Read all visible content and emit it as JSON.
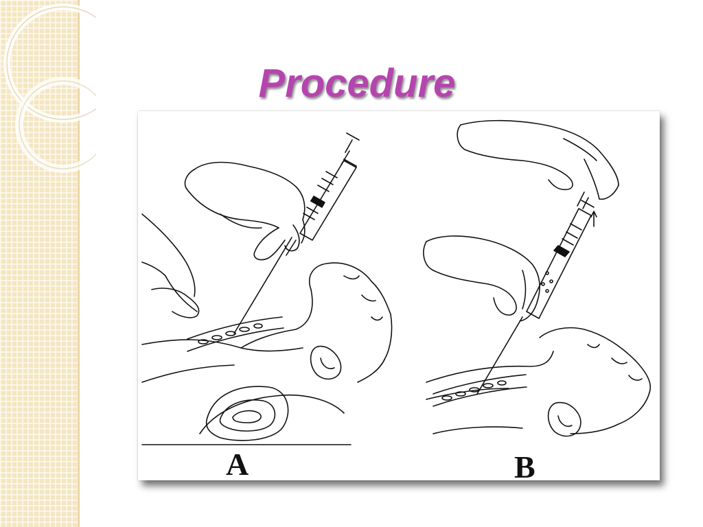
{
  "slide": {
    "title": "Procedure"
  },
  "figure": {
    "panels": [
      {
        "id": "A",
        "label": "A"
      },
      {
        "id": "B",
        "label": "B"
      }
    ]
  },
  "colors": {
    "title": "#b545ae",
    "sidebar": "#f4e6c2",
    "ink": "#111111"
  }
}
